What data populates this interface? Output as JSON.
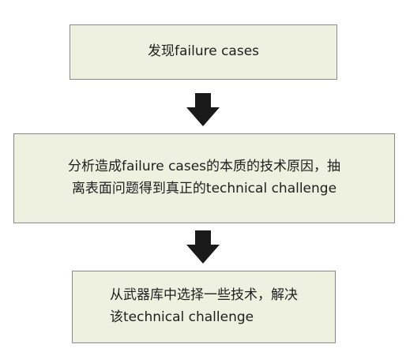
{
  "diagram": {
    "steps": [
      {
        "lines": [
          "发现failure cases"
        ]
      },
      {
        "lines": [
          "分析造成failure cases的本质的技术原因，抽",
          "离表面问题得到真正的technical challenge"
        ]
      },
      {
        "lines": [
          "从武器库中选择一些技术，解决",
          "该technical challenge"
        ]
      }
    ],
    "colors": {
      "box_fill": "#eef0e0",
      "box_border": "#8a8a8a",
      "arrow": "#1a1a1a",
      "text": "#1f1f1f"
    },
    "connector_icon": "down-arrow-icon"
  }
}
